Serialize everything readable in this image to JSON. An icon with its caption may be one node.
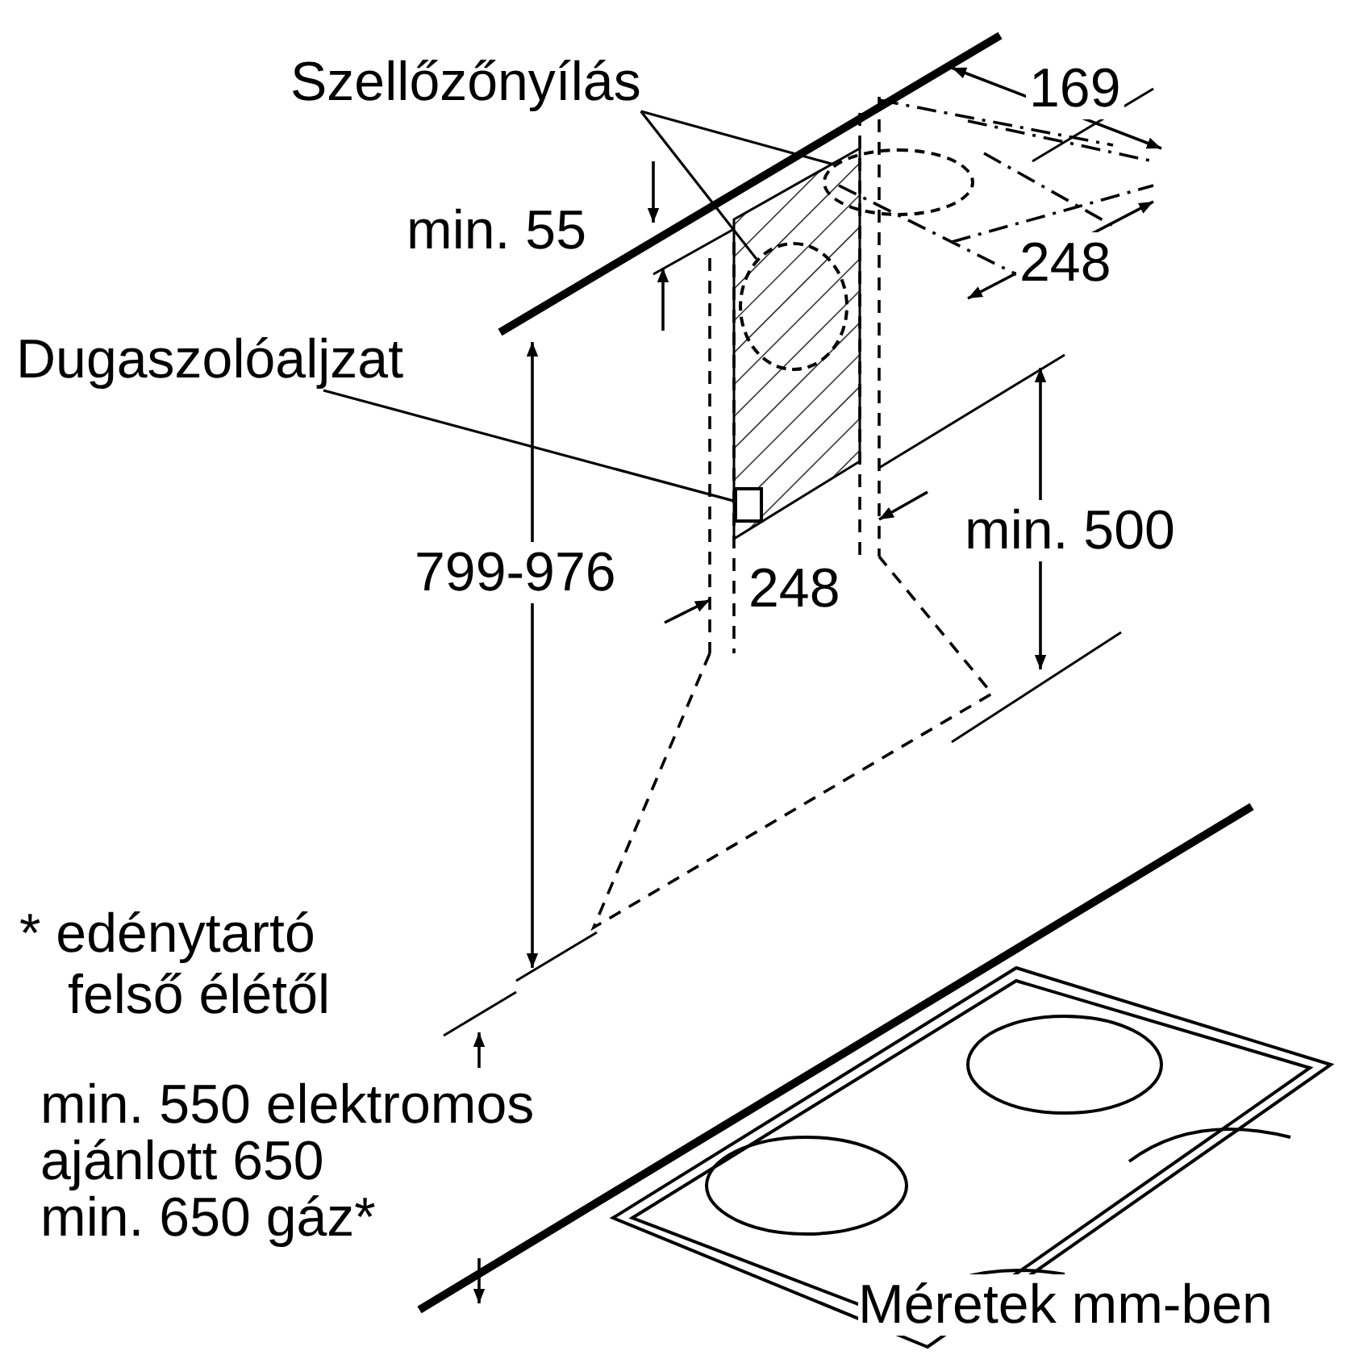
{
  "diagram": {
    "caption": "Méretek mm-ben",
    "nodes": [
      {
        "text": [
          "Szellőzőnyílás"
        ]
      },
      {
        "text": [],
        "shape": "circle"
      },
      {
        "text": [],
        "shape": "circle"
      },
      {
        "text": [
          "Dugaszolóaljzat"
        ]
      },
      {
        "text": [],
        "shape": "box"
      }
    ],
    "edges": [
      {
        "from": 0,
        "to": 1,
        "arrow": "none"
      },
      {
        "from": 0,
        "to": 2,
        "arrow": "none"
      },
      {
        "from": 3,
        "to": 4,
        "arrow": "none"
      }
    ],
    "labels": [
      "169",
      "min. 55",
      "248",
      "799-976",
      "248",
      "min. 500",
      "* edénytartó felső élétől",
      "min. 550 elektromos",
      "ajánlott 650",
      "min. 650 gáz*"
    ]
  }
}
